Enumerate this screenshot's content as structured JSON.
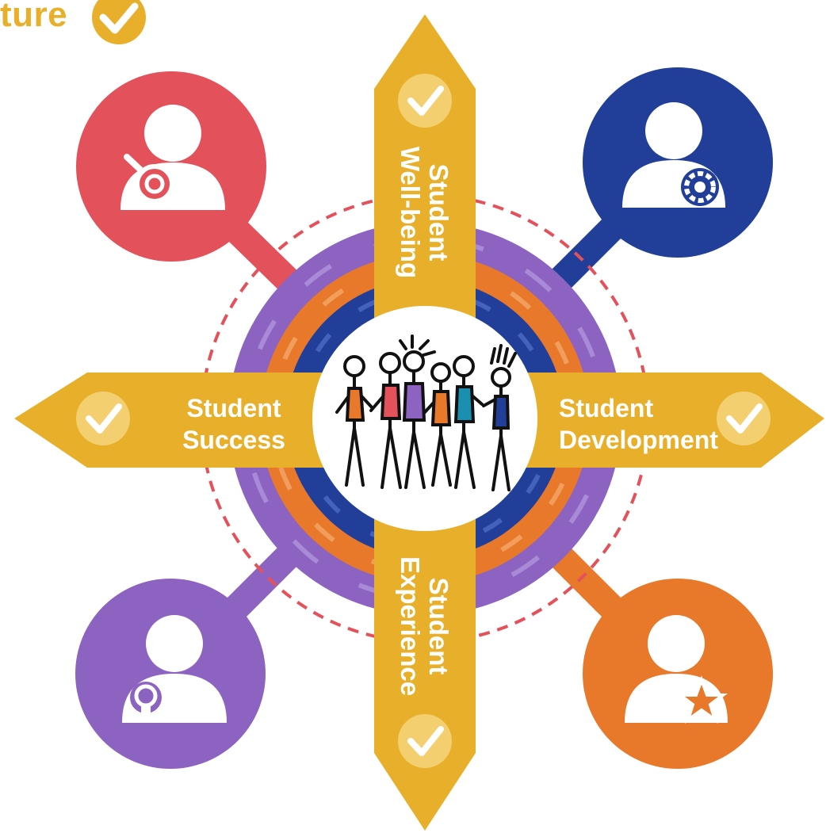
{
  "header": {
    "partial_title": "ture"
  },
  "arms": {
    "top": {
      "line1": "Student",
      "line2": "Well-being"
    },
    "left": {
      "line1": "Student",
      "line2": "Success"
    },
    "right": {
      "line1": "Student",
      "line2": "Development"
    },
    "bottom": {
      "line1": "Student",
      "line2": "Experience"
    }
  },
  "nodes": {
    "top_left": {
      "icon": "person-magnifier-icon",
      "color": "#e3525a"
    },
    "top_right": {
      "icon": "person-gear-icon",
      "color": "#213f98"
    },
    "bottom_left": {
      "icon": "person-lightbulb-icon",
      "color": "#8c63c0"
    },
    "bottom_right": {
      "icon": "person-star-icon",
      "color": "#e8792b"
    }
  },
  "colors": {
    "arm": "#e8b02a",
    "check_badge": "#f3cf6f",
    "ring_purple": "#8c63c0",
    "ring_orange": "#e8792b",
    "ring_blue": "#213f98",
    "dashed_ring": "#e3525a"
  }
}
